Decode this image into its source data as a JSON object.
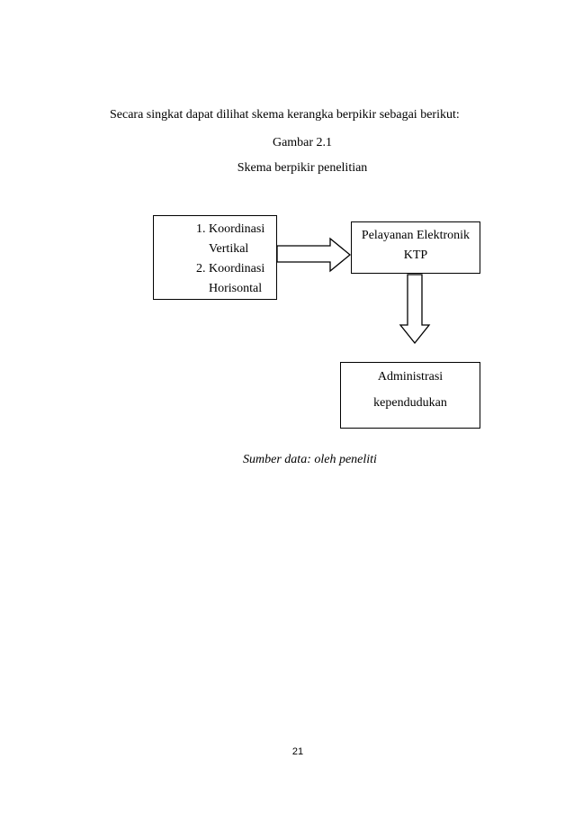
{
  "page": {
    "number": "21"
  },
  "content": {
    "intro_text": "Secara singkat dapat dilihat skema kerangka berpikir sebagai berikut:",
    "figure_label": "Gambar 2.1",
    "figure_title": "Skema berpikir penelitian",
    "source_note": "Sumber data: oleh peneliti"
  },
  "diagram": {
    "left_box": {
      "items": [
        "Koordinasi Vertikal",
        "Koordinasi Horisontal"
      ]
    },
    "right_box": {
      "line1": "Pelayanan Elektronik",
      "line2": "KTP"
    },
    "bottom_box": {
      "line1": "Administrasi",
      "line2": "kependudukan"
    },
    "arrows": [
      "right-block-arrow",
      "down-block-arrow"
    ]
  },
  "colors": {
    "background": "#ffffff",
    "text": "#000000",
    "border": "#000000"
  }
}
